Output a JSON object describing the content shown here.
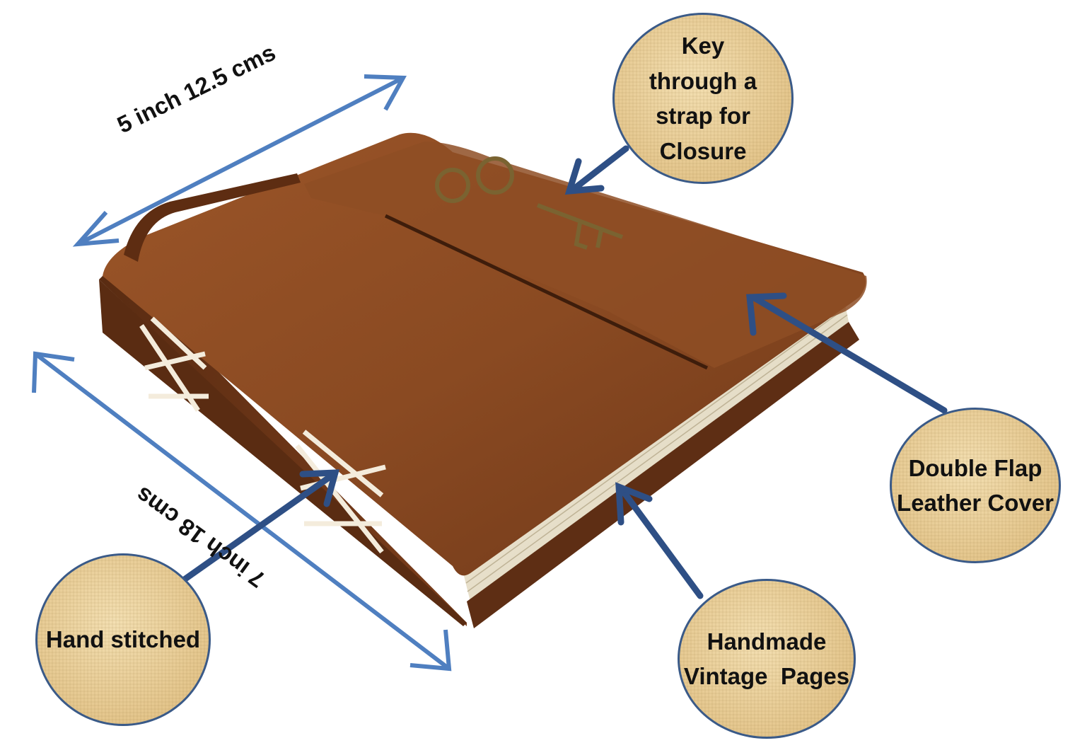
{
  "dimensions": {
    "width_label": "5 inch 12.5 cms",
    "height_label": "7 inch 18 cms"
  },
  "callouts": {
    "key": [
      "Key",
      "through a",
      "strap for",
      "Closure"
    ],
    "flap": [
      "Double Flap",
      "Leather Cover"
    ],
    "pages": [
      "Handmade",
      "Vintage  Pages"
    ],
    "stitch": [
      "Hand stitched"
    ]
  },
  "colors": {
    "leather": "#8a4a22",
    "leather_dark": "#5a2c12",
    "pages": "#efe8d6",
    "arrow_dark": "#2e4f85",
    "arrow_light": "#4f7fc0",
    "callout_fill": "#e8cc94"
  }
}
